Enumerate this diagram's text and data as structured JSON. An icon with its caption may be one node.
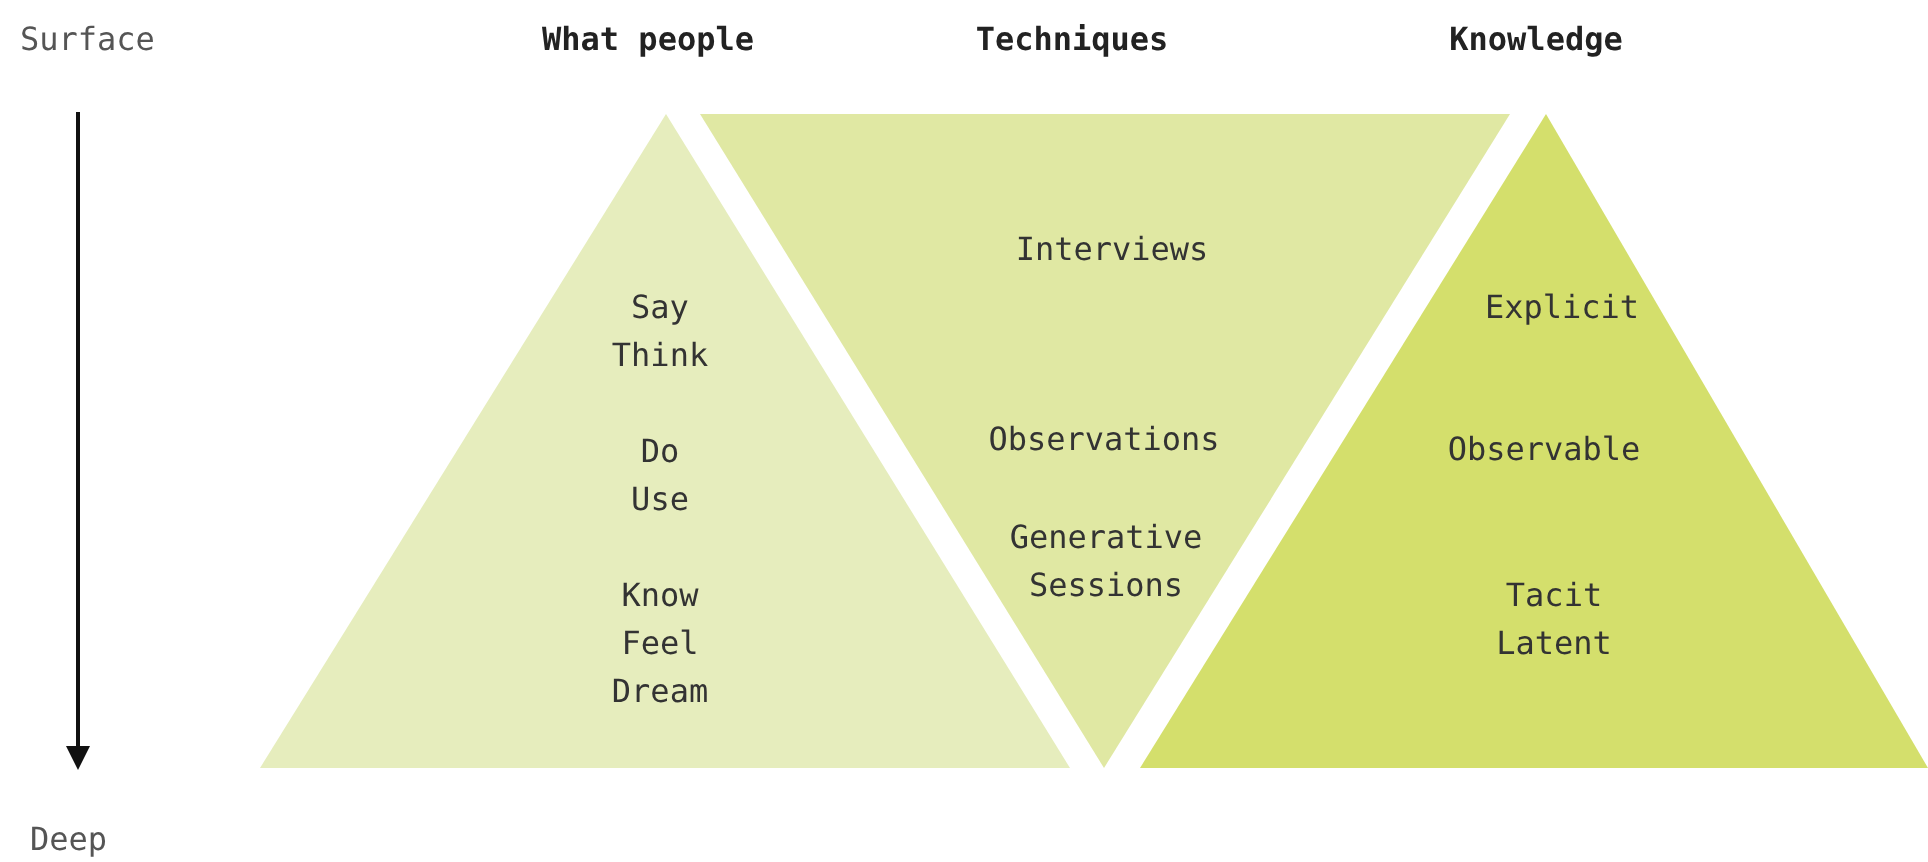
{
  "diagram": {
    "nodes": [
      {
        "text": [
          "What people",
          "Say Think",
          "Do Use",
          "Know Feel Dream"
        ]
      },
      {
        "text": [
          "Techniques",
          "Interviews",
          "Observations",
          "Generative Sessions"
        ]
      },
      {
        "text": [
          "Knowledge",
          "Explicit",
          "Observable",
          "Tacit Latent"
        ]
      }
    ],
    "edges": [],
    "labels": [
      "Surface",
      "Deep"
    ]
  }
}
